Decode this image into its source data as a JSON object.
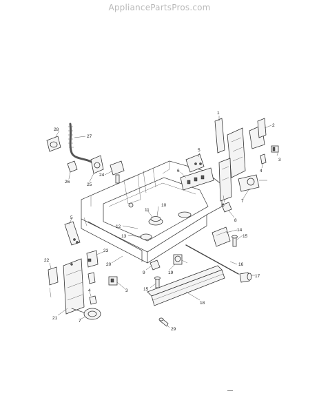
{
  "watermark": "AppliancePartsPros.com",
  "callouts": [
    {
      "id": "c1",
      "label": "1"
    },
    {
      "id": "c2",
      "label": "2"
    },
    {
      "id": "c3a",
      "label": "3"
    },
    {
      "id": "c4a",
      "label": "4"
    },
    {
      "id": "c5a",
      "label": "5"
    },
    {
      "id": "c6a",
      "label": "6"
    },
    {
      "id": "c6b",
      "label": "6"
    },
    {
      "id": "c7a",
      "label": "7"
    },
    {
      "id": "c8",
      "label": "8"
    },
    {
      "id": "c9",
      "label": "9"
    },
    {
      "id": "c10",
      "label": "10"
    },
    {
      "id": "c11",
      "label": "11"
    },
    {
      "id": "c12",
      "label": "12"
    },
    {
      "id": "c13",
      "label": "13"
    },
    {
      "id": "c14",
      "label": "14"
    },
    {
      "id": "c15a",
      "label": "15"
    },
    {
      "id": "c15b",
      "label": "15"
    },
    {
      "id": "c16",
      "label": "16"
    },
    {
      "id": "c17",
      "label": "17"
    },
    {
      "id": "c18",
      "label": "18"
    },
    {
      "id": "c19",
      "label": "19"
    },
    {
      "id": "c20",
      "label": "20"
    },
    {
      "id": "c21",
      "label": "21"
    },
    {
      "id": "c22",
      "label": "22"
    },
    {
      "id": "c23",
      "label": "23"
    },
    {
      "id": "c24",
      "label": "24"
    },
    {
      "id": "c25",
      "label": "25"
    },
    {
      "id": "c26",
      "label": "26"
    },
    {
      "id": "c27",
      "label": "27"
    },
    {
      "id": "c28",
      "label": "28"
    },
    {
      "id": "c29",
      "label": "29"
    },
    {
      "id": "c3b",
      "label": "3"
    },
    {
      "id": "c4b",
      "label": "4"
    },
    {
      "id": "c5b",
      "label": "5"
    },
    {
      "id": "c7b",
      "label": "7"
    }
  ]
}
